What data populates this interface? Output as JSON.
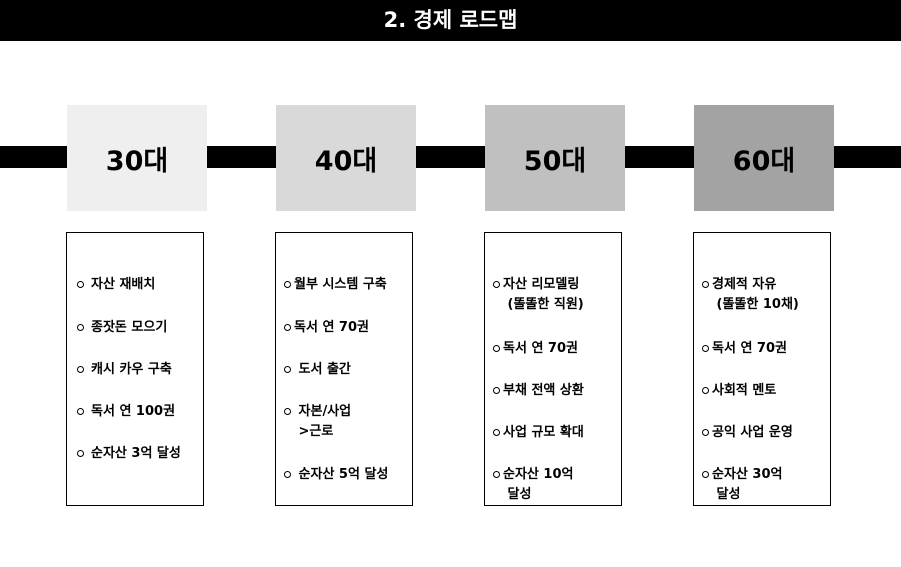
{
  "title": "2. 경제 로드맵",
  "colors": {
    "box_30": "#efefef",
    "box_40": "#d9d9d9",
    "box_50": "#c0c0c0",
    "box_60": "#a3a3a3"
  },
  "stages": [
    {
      "label": "30대",
      "items": [
        "자산 재배치",
        "종잣돈 모으기",
        "캐시 카우 구축",
        "독서 연 100권",
        "순자산 3억 달성"
      ]
    },
    {
      "label": "40대",
      "items": [
        "월부 시스템 구축",
        "독서 연 70권",
        " 도서 출간",
        " 자본/사업\n >근로",
        " 순자산 5억 달성"
      ]
    },
    {
      "label": "50대",
      "items": [
        "자산 리모델링\n (똘똘한 직원)",
        "독서 연 70권",
        "부채 전액 상환",
        "사업 규모 확대",
        "순자산 10억\n 달성"
      ]
    },
    {
      "label": "60대",
      "items": [
        "경제적 자유\n (똘똘한 10채)",
        "독서 연 70권",
        "사회적 멘토",
        "공익 사업 운영",
        "순자산 30억\n 달성"
      ]
    }
  ]
}
